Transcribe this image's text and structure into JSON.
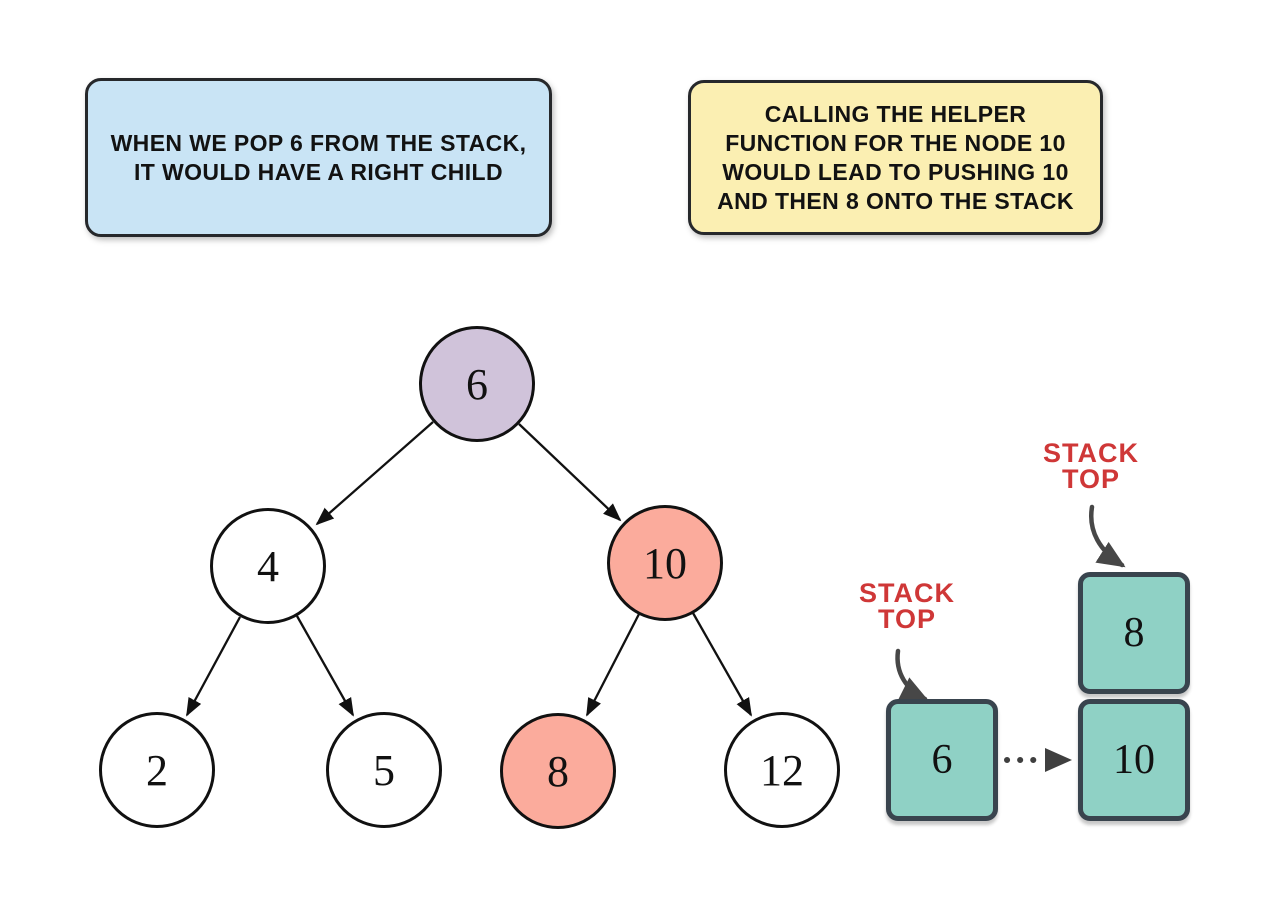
{
  "callouts": {
    "left": {
      "bg": "#c9e4f5",
      "lines": [
        "WHEN WE POP 6 FROM THE STACK,",
        "IT WOULD HAVE A RIGHT CHILD"
      ]
    },
    "right": {
      "bg": "#fbefb2",
      "lines": [
        "CALLING THE HELPER",
        "FUNCTION FOR THE NODE 10",
        "WOULD LEAD TO PUSHING 10",
        "AND THEN 8 ONTO THE STACK"
      ]
    }
  },
  "tree": {
    "nodes": [
      {
        "value": "6",
        "fill": "#d0c3da"
      },
      {
        "value": "4",
        "fill": "#ffffff"
      },
      {
        "value": "10",
        "fill": "#fbab9c"
      },
      {
        "value": "2",
        "fill": "#ffffff"
      },
      {
        "value": "5",
        "fill": "#ffffff"
      },
      {
        "value": "8",
        "fill": "#fbab9c"
      },
      {
        "value": "12",
        "fill": "#ffffff"
      }
    ],
    "edges": [
      "6->4",
      "6->10",
      "4->2",
      "4->5",
      "10->8",
      "10->12"
    ]
  },
  "stacks": {
    "left": {
      "label_line1": "STACK",
      "label_line2": "TOP",
      "cells": [
        {
          "value": "6"
        }
      ]
    },
    "right": {
      "label_line1": "STACK",
      "label_line2": "TOP",
      "cells": [
        {
          "value": "8"
        },
        {
          "value": "10"
        }
      ]
    }
  },
  "colors": {
    "node_visited": "#d0c3da",
    "node_pushed": "#fbab9c",
    "node_default": "#ffffff",
    "stack_cell_fill": "#8fd1c5",
    "stack_cell_border": "#39444e",
    "callout_blue": "#c9e4f5",
    "callout_yellow": "#fbefb2",
    "stack_top_red": "#cf3737",
    "arrow_black": "#111111",
    "arrow_gray": "#474747"
  }
}
